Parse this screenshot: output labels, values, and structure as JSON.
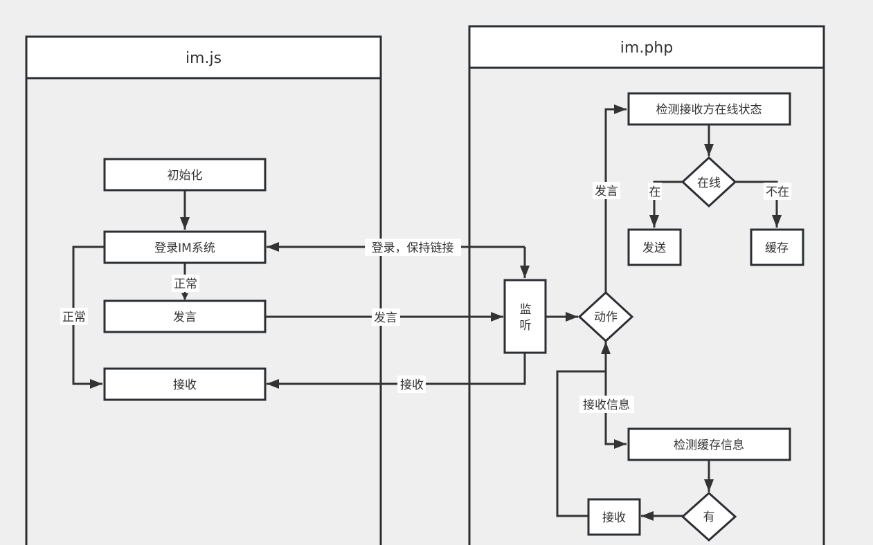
{
  "lanes": [
    {
      "id": "js",
      "title": "im.js"
    },
    {
      "id": "php",
      "title": "im.php"
    }
  ],
  "nodes": {
    "init": "初始化",
    "login": "登录IM系统",
    "speak": "发言",
    "receive_js": "接收",
    "listen_line1": "监",
    "listen_line2": "听",
    "action": "动作",
    "check_online": "检测接收方在线状态",
    "online": "在线",
    "send": "发送",
    "cache": "缓存",
    "check_cache": "检测缓存信息",
    "has": "有",
    "receive_php": "接收"
  },
  "edge_labels": {
    "login_normal": "正常",
    "side_normal": "正常",
    "login_keep": "登录，保持链接",
    "speak_msg": "发言",
    "receive_msg": "接收",
    "action_speak": "发言",
    "online_yes": "在",
    "online_no": "不在",
    "receive_info": "接收信息"
  }
}
